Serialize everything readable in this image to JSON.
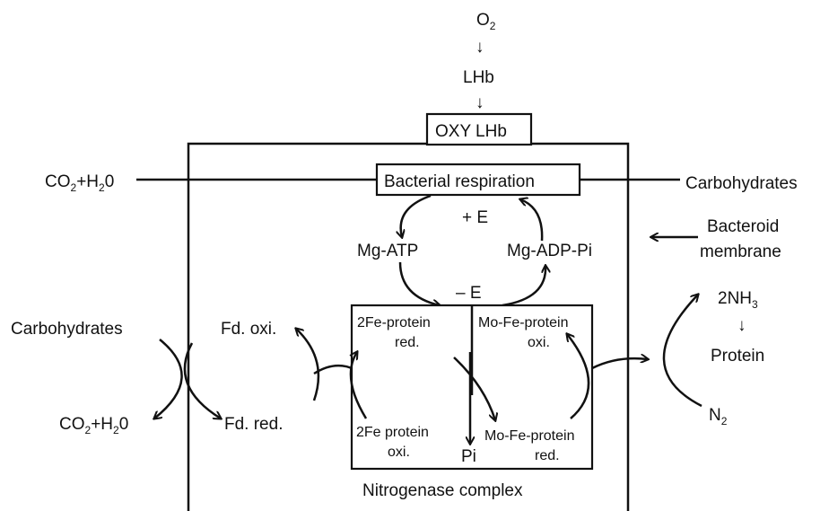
{
  "top": {
    "o2": "O",
    "o2_sub": "2",
    "arrow1": "↓",
    "lhb": "LHb",
    "arrow2": "↓",
    "oxy_lhb": "OXY LHb"
  },
  "respiration": {
    "label": "Bacterial respiration",
    "left_co2": "CO",
    "left_co2_sub": "2",
    "left_plus_h": "+H",
    "left_h_sub": "2",
    "left_o": "0",
    "right": "Carbohydrates"
  },
  "energy": {
    "plus_e": "+ E",
    "minus_e": "– E",
    "mg_atp": "Mg-ATP",
    "mg_adp": "Mg-ADP-Pi"
  },
  "membrane": {
    "line1": "Bacteroid",
    "line2": "membrane"
  },
  "ferredoxin": {
    "carbohydrates": "Carbohydrates",
    "co2": "CO",
    "co2_sub": "2",
    "plus_h": "+H",
    "h_sub": "2",
    "o": "0",
    "fd_oxi": "Fd. oxi.",
    "fd_red": "Fd. red."
  },
  "nitrogenase": {
    "fe_red_1": "2Fe-protein",
    "fe_red_2": "red.",
    "mofe_oxi_1": "Mo-Fe-protein",
    "mofe_oxi_2": "oxi.",
    "fe_oxi_1": "2Fe protein",
    "fe_oxi_2": "oxi.",
    "pi": "Pi",
    "mofe_red_1": "Mo-Fe-protein",
    "mofe_red_2": "red.",
    "complex_label": "Nitrogenase  complex"
  },
  "ammonia": {
    "nh3": "2NH",
    "nh3_sub": "3",
    "arrow": "↓",
    "protein": "Protein",
    "n2": "N",
    "n2_sub": "2"
  }
}
